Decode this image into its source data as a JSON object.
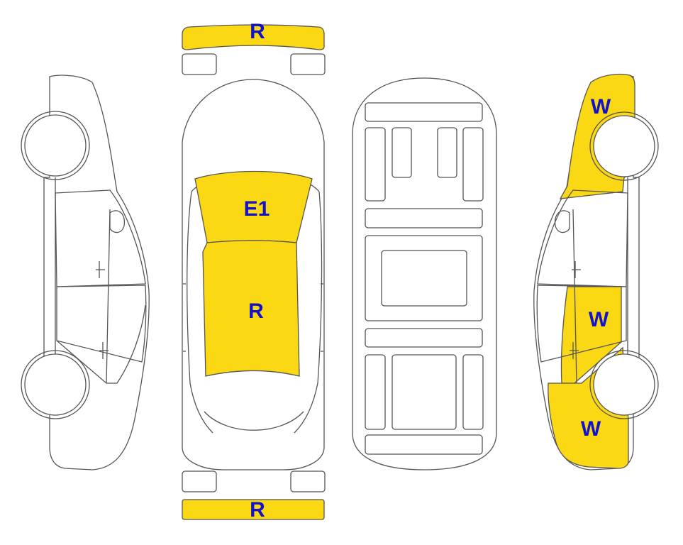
{
  "colors": {
    "highlight": "#fad814",
    "code_text": "#1212c8",
    "outline": "#555555",
    "background": "#ffffff"
  },
  "labels": {
    "front_bumper": "R",
    "rear_bumper": "R",
    "windshield": "E1",
    "roof": "R",
    "right_front_wing": "W",
    "right_rear_door": "W",
    "right_rear_wing": "W"
  },
  "damaged_parts": [
    "front_bumper",
    "rear_bumper",
    "windshield",
    "roof",
    "right_front_wing",
    "right_rear_door",
    "right_rear_wing"
  ]
}
